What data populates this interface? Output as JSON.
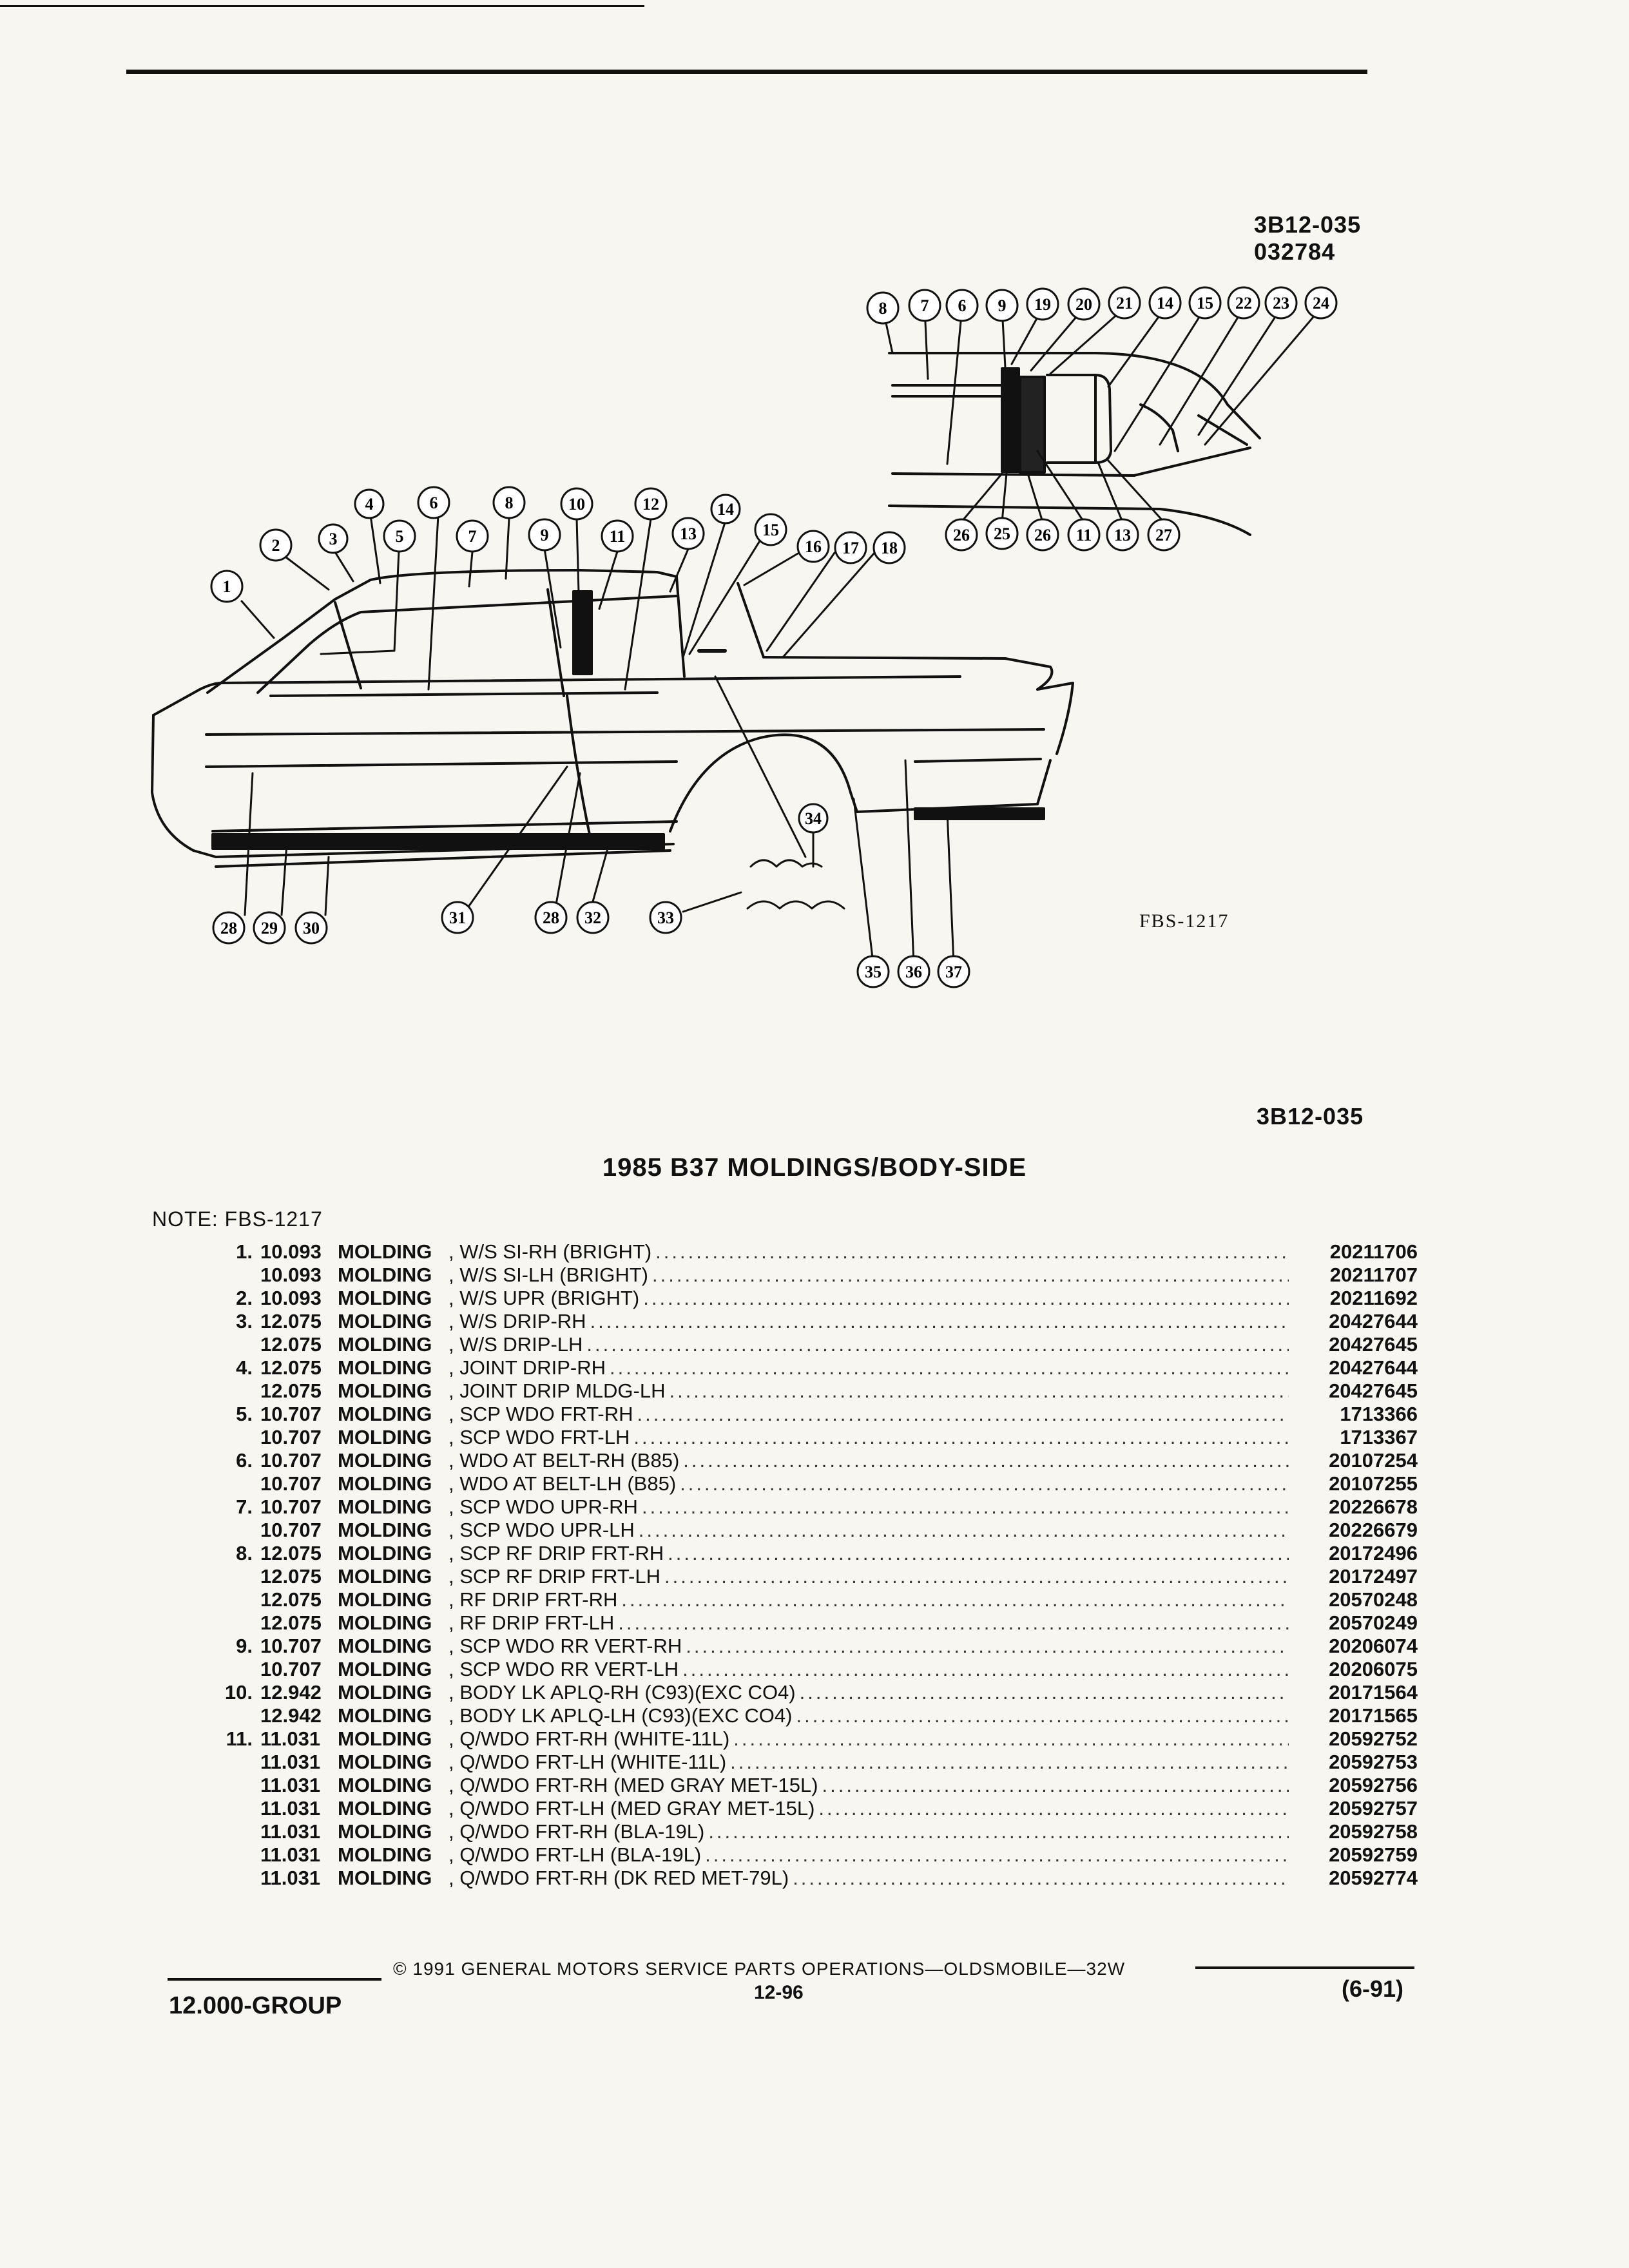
{
  "header": {
    "ref_code": "3B12-035",
    "ref_date": "032784"
  },
  "figure": {
    "label": "FBS-1217",
    "callouts": [
      "1",
      "2",
      "3",
      "4",
      "5",
      "6",
      "7",
      "8",
      "9",
      "10",
      "11",
      "12",
      "13",
      "14",
      "15",
      "16",
      "17",
      "18",
      "19",
      "20",
      "21",
      "22",
      "23",
      "24",
      "25",
      "26",
      "27",
      "28",
      "29",
      "30",
      "31",
      "32",
      "33",
      "34",
      "35",
      "36",
      "37"
    ]
  },
  "section_ref": "3B12-035",
  "title": "1985 B37 MOLDINGS/BODY-SIDE",
  "note": "NOTE:  FBS-1217",
  "parts": [
    {
      "no": "1.",
      "grp": "10.093",
      "name": "MOLDING",
      "desc": ", W/S SI-RH (BRIGHT)",
      "pn": "20211706"
    },
    {
      "no": "",
      "grp": "10.093",
      "name": "MOLDING",
      "desc": ", W/S SI-LH (BRIGHT)",
      "pn": "20211707"
    },
    {
      "no": "2.",
      "grp": "10.093",
      "name": "MOLDING",
      "desc": ", W/S UPR (BRIGHT)",
      "pn": "20211692"
    },
    {
      "no": "3.",
      "grp": "12.075",
      "name": "MOLDING",
      "desc": ", W/S DRIP-RH",
      "pn": "20427644"
    },
    {
      "no": "",
      "grp": "12.075",
      "name": "MOLDING",
      "desc": ", W/S DRIP-LH",
      "pn": "20427645"
    },
    {
      "no": "4.",
      "grp": "12.075",
      "name": "MOLDING",
      "desc": ", JOINT DRIP-RH",
      "pn": "20427644"
    },
    {
      "no": "",
      "grp": "12.075",
      "name": "MOLDING",
      "desc": ", JOINT DRIP MLDG-LH",
      "pn": "20427645"
    },
    {
      "no": "5.",
      "grp": "10.707",
      "name": "MOLDING",
      "desc": ", SCP WDO FRT-RH",
      "pn": "1713366"
    },
    {
      "no": "",
      "grp": "10.707",
      "name": "MOLDING",
      "desc": ", SCP WDO FRT-LH",
      "pn": "1713367"
    },
    {
      "no": "6.",
      "grp": "10.707",
      "name": "MOLDING",
      "desc": ", WDO AT BELT-RH (B85)",
      "pn": "20107254"
    },
    {
      "no": "",
      "grp": "10.707",
      "name": "MOLDING",
      "desc": ", WDO AT BELT-LH (B85)",
      "pn": "20107255"
    },
    {
      "no": "7.",
      "grp": "10.707",
      "name": "MOLDING",
      "desc": ", SCP WDO UPR-RH",
      "pn": "20226678"
    },
    {
      "no": "",
      "grp": "10.707",
      "name": "MOLDING",
      "desc": ", SCP WDO UPR-LH",
      "pn": "20226679"
    },
    {
      "no": "8.",
      "grp": "12.075",
      "name": "MOLDING",
      "desc": ", SCP RF DRIP FRT-RH",
      "pn": "20172496"
    },
    {
      "no": "",
      "grp": "12.075",
      "name": "MOLDING",
      "desc": ", SCP RF DRIP FRT-LH",
      "pn": "20172497"
    },
    {
      "no": "",
      "grp": "12.075",
      "name": "MOLDING",
      "desc": ", RF DRIP FRT-RH",
      "pn": "20570248"
    },
    {
      "no": "",
      "grp": "12.075",
      "name": "MOLDING",
      "desc": ", RF DRIP FRT-LH",
      "pn": "20570249"
    },
    {
      "no": "9.",
      "grp": "10.707",
      "name": "MOLDING",
      "desc": ", SCP WDO RR VERT-RH",
      "pn": "20206074"
    },
    {
      "no": "",
      "grp": "10.707",
      "name": "MOLDING",
      "desc": ", SCP WDO RR VERT-LH",
      "pn": "20206075"
    },
    {
      "no": "10.",
      "grp": "12.942",
      "name": "MOLDING",
      "desc": ", BODY LK APLQ-RH (C93)(EXC CO4)",
      "pn": "20171564"
    },
    {
      "no": "",
      "grp": "12.942",
      "name": "MOLDING",
      "desc": ", BODY LK APLQ-LH (C93)(EXC CO4)",
      "pn": "20171565"
    },
    {
      "no": "11.",
      "grp": "11.031",
      "name": "MOLDING",
      "desc": ", Q/WDO FRT-RH (WHITE-11L)",
      "pn": "20592752"
    },
    {
      "no": "",
      "grp": "11.031",
      "name": "MOLDING",
      "desc": ", Q/WDO FRT-LH (WHITE-11L)",
      "pn": "20592753"
    },
    {
      "no": "",
      "grp": "11.031",
      "name": "MOLDING",
      "desc": ", Q/WDO FRT-RH (MED GRAY MET-15L)",
      "pn": "20592756"
    },
    {
      "no": "",
      "grp": "11.031",
      "name": "MOLDING",
      "desc": ", Q/WDO FRT-LH (MED GRAY MET-15L)",
      "pn": "20592757"
    },
    {
      "no": "",
      "grp": "11.031",
      "name": "MOLDING",
      "desc": ", Q/WDO FRT-RH (BLA-19L)",
      "pn": "20592758"
    },
    {
      "no": "",
      "grp": "11.031",
      "name": "MOLDING",
      "desc": ", Q/WDO FRT-LH (BLA-19L)",
      "pn": "20592759"
    },
    {
      "no": "",
      "grp": "11.031",
      "name": "MOLDING",
      "desc": ", Q/WDO FRT-RH (DK RED MET-79L)",
      "pn": "20592774"
    }
  ],
  "footer": {
    "copyright": "©  1991  GENERAL MOTORS SERVICE PARTS OPERATIONS—OLDSMOBILE—32W",
    "page": "12-96",
    "group": "12.000-GROUP",
    "date": "(6-91)"
  }
}
